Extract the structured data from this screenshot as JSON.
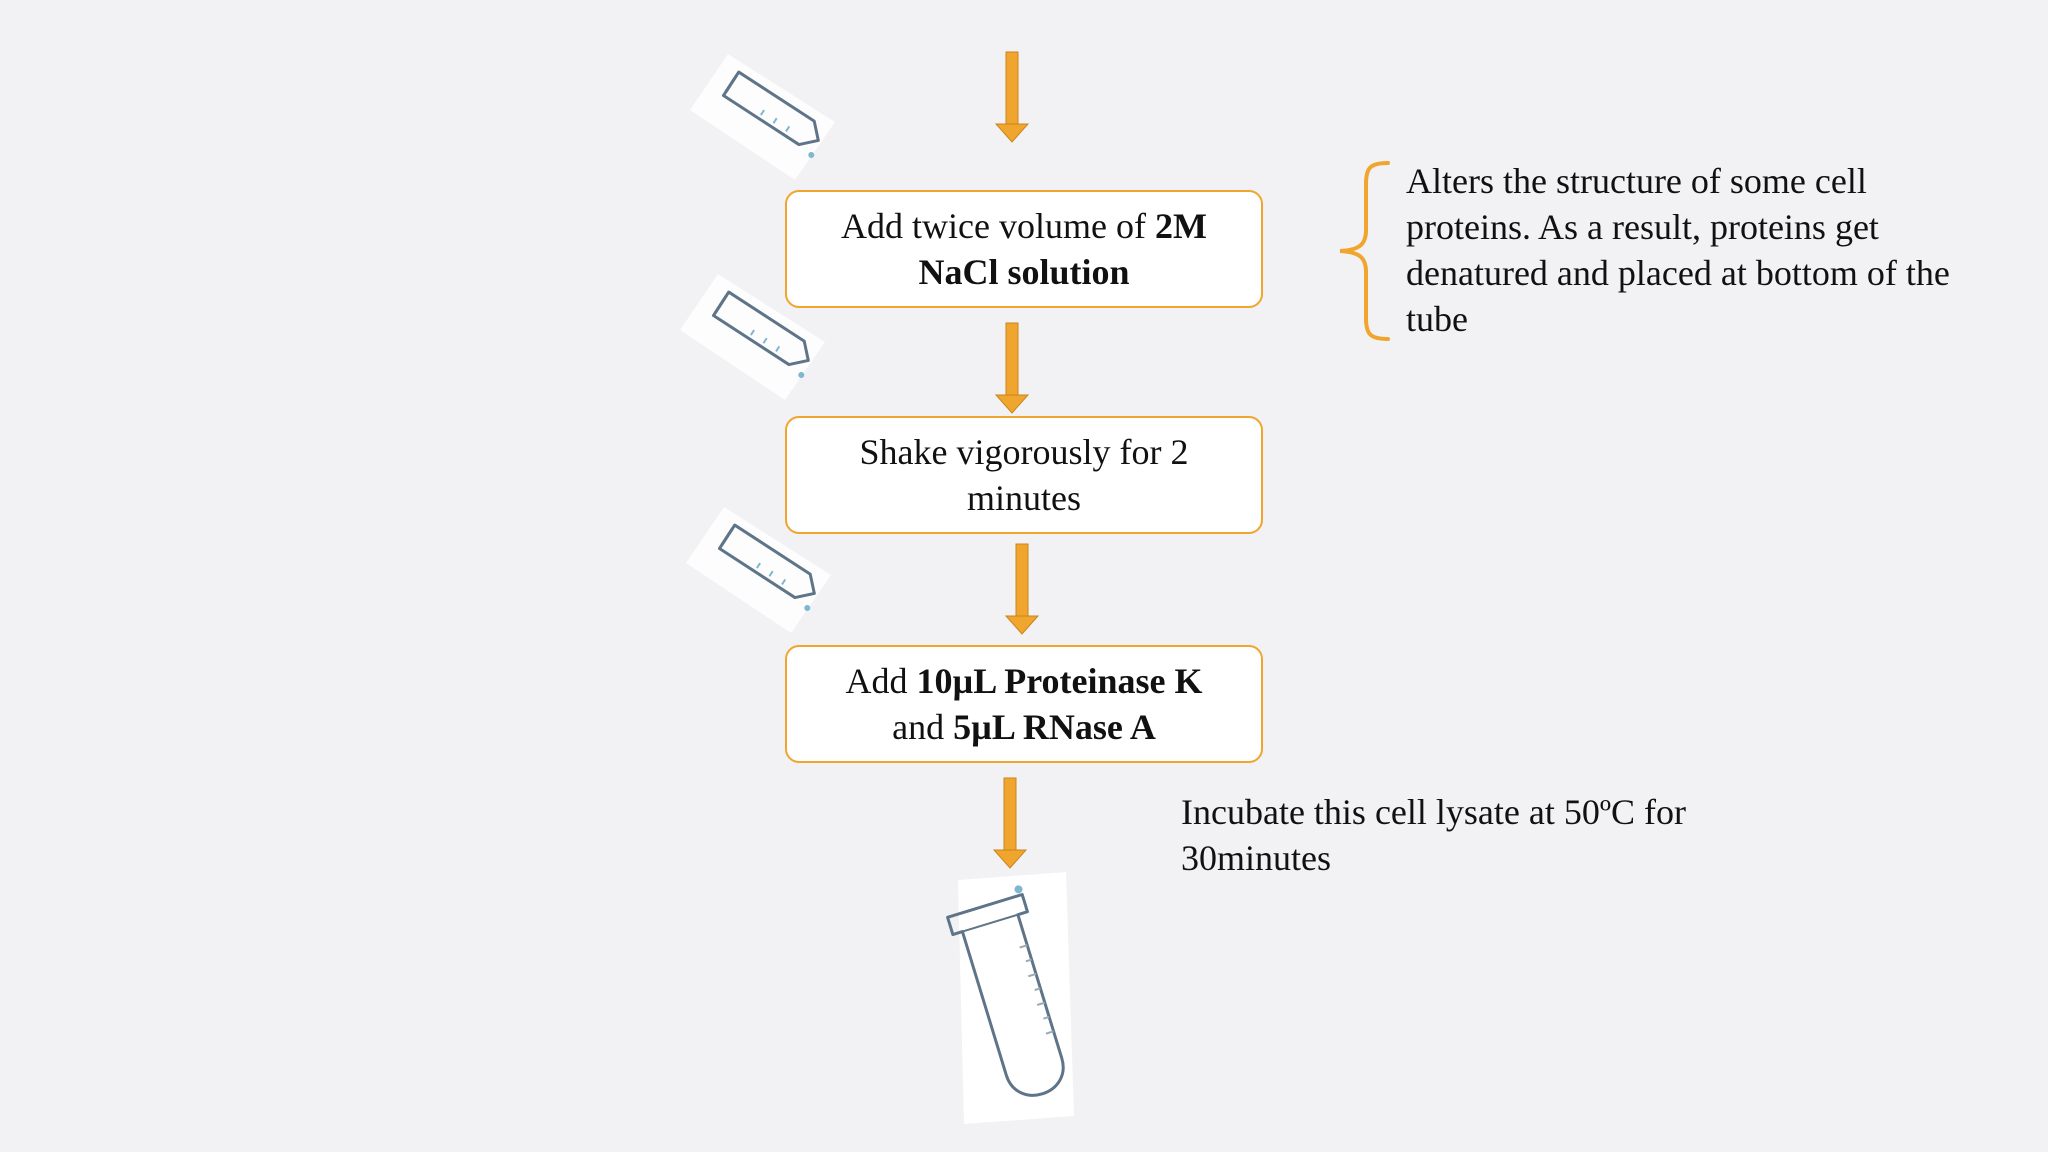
{
  "steps": [
    {
      "prefix": "Add twice volume of ",
      "bold1": "2M",
      "line2_prefix": "",
      "bold2": "NaCl solution"
    },
    {
      "line1": "Shake vigorously for 2",
      "line2": "minutes"
    },
    {
      "prefix": "Add ",
      "bold1": "10µL Proteinase K",
      "line2_prefix": "and ",
      "bold2": "5µL RNase A"
    }
  ],
  "notes": {
    "denature": [
      "Alters the structure of some cell",
      "proteins. As a result, proteins get",
      "denatured and placed at bottom of the",
      "tube"
    ],
    "incubate": [
      "Incubate this cell lysate at 50ºC for",
      "30minutes"
    ]
  },
  "colors": {
    "arrow": "#f0a52e",
    "box_border": "#f0a52e",
    "background": "#f2f1f3"
  }
}
